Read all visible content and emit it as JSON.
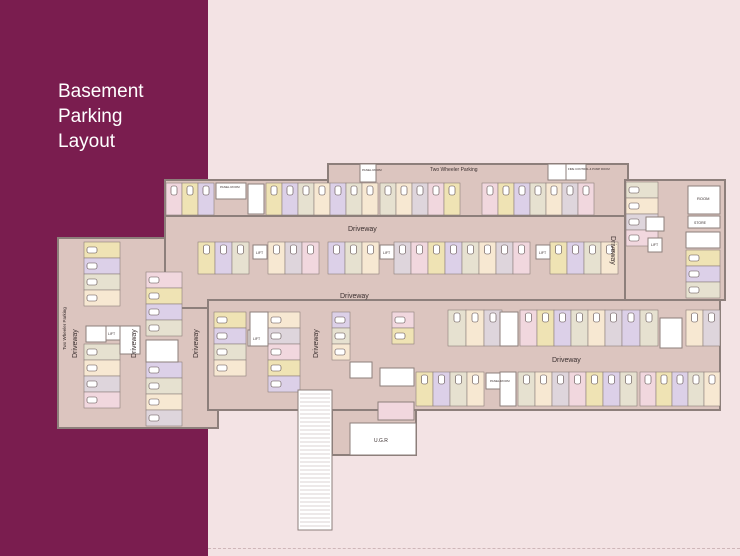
{
  "page": {
    "title_lines": [
      "Basement",
      "Parking",
      "Layout"
    ]
  },
  "colors": {
    "sidebar": "#7a1d4f",
    "background": "#f3e3e4",
    "driveway": "#dcc5bf",
    "wall": "#8d7f7b",
    "slot_colors": [
      "#f1d7de",
      "#efe3b4",
      "#dcd0e8",
      "#e6e1d0",
      "#f7e8d2",
      "#ded5dc"
    ]
  },
  "plan": {
    "driveway_labels": [
      "Driveway",
      "Driveway",
      "Driveway",
      "Driveway",
      "Driveway",
      "Driveway",
      "Driveway",
      "Driveway"
    ],
    "two_wheeler_labels": [
      "Two Wheeler Parking",
      "Two Wheeler Parking"
    ],
    "room_labels": [
      "PANEL ROOM",
      "PANEL ROOM",
      "LIFT",
      "LIFT",
      "LIFT",
      "LIFT",
      "LIFT",
      "LIFT",
      "ROOM",
      "STORE",
      "PANEL ROOM",
      "FIRE CONTROL & PUMP ROOM",
      "U.G.R"
    ],
    "icons": [
      "car-icon",
      "stair-icon",
      "ramp-icon"
    ]
  }
}
